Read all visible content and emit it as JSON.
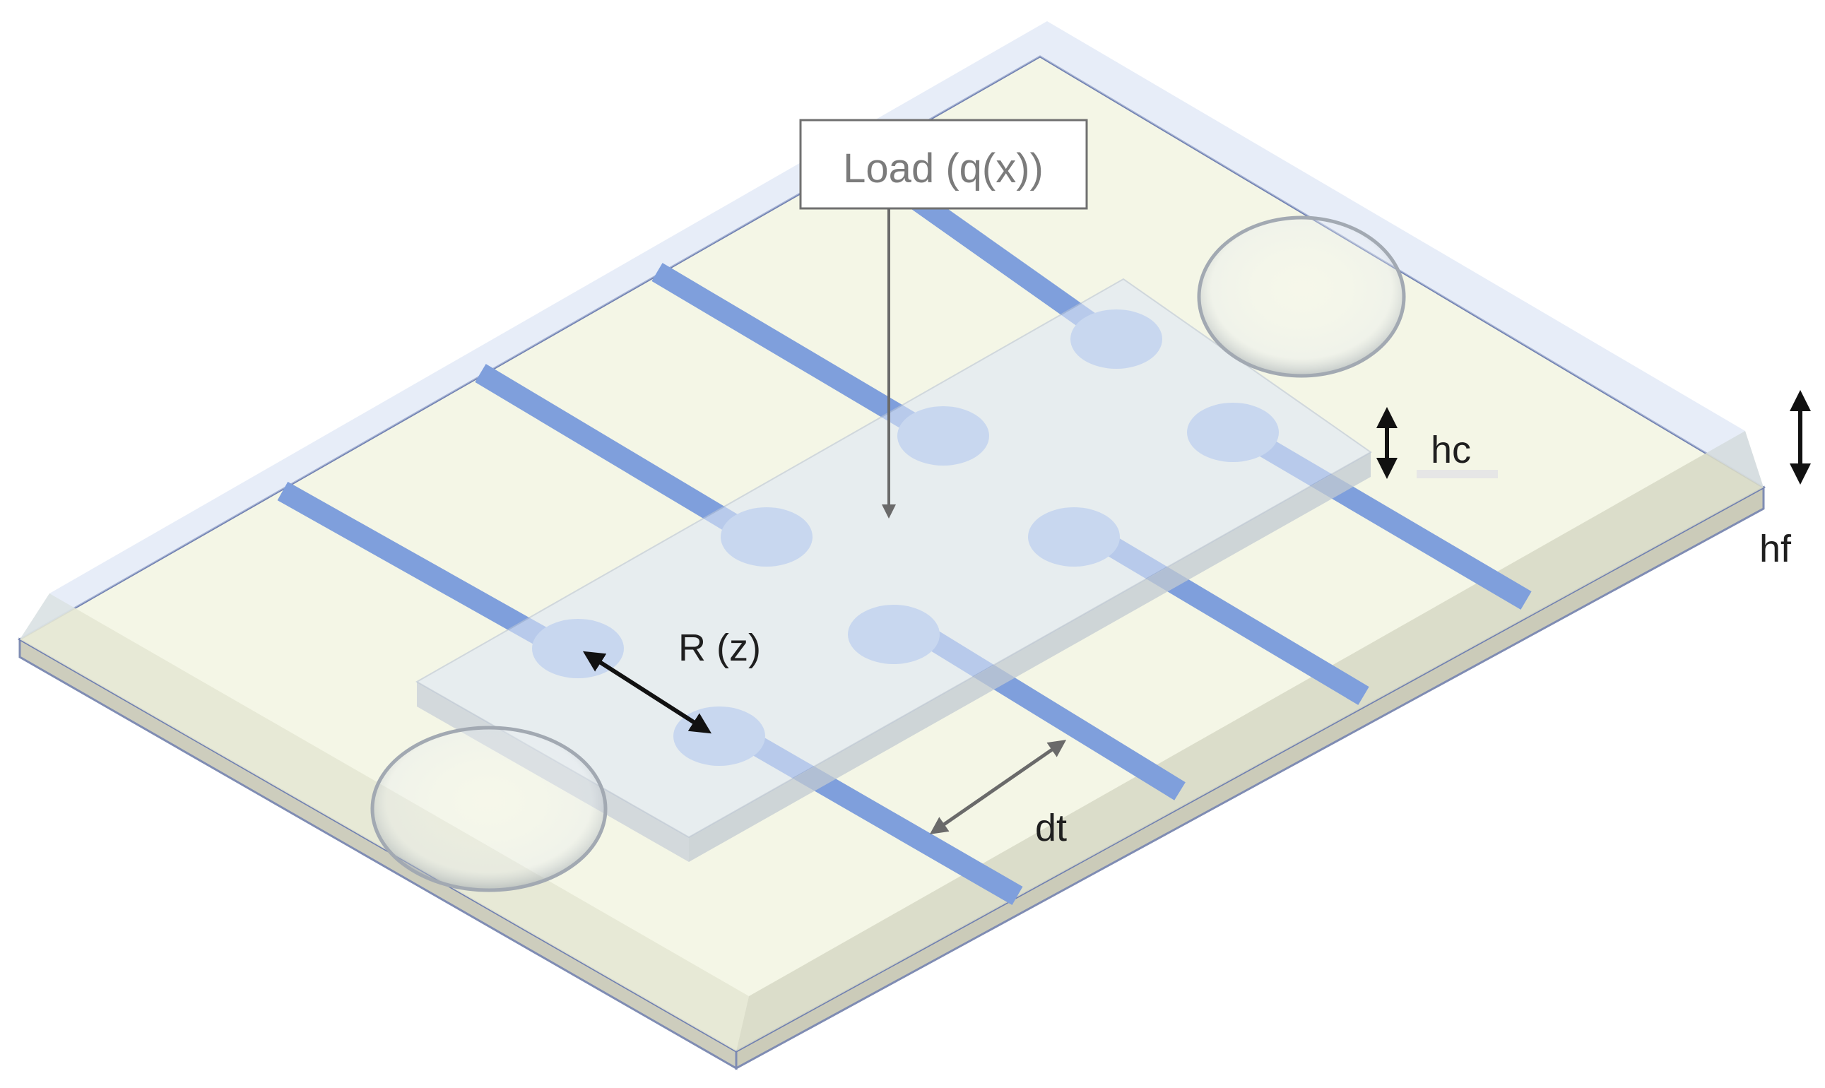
{
  "labels": {
    "load": "Load (q(x))",
    "r_z": "R (z)",
    "dt": "dt",
    "hc": "hc",
    "hf": "hf"
  },
  "colors": {
    "plate_top": "#f4f6e6",
    "plate_side": "#dcdccb",
    "coating": "#dfe8f5",
    "coating_edge": "#a9b9d8",
    "strip": "#7f9fdc",
    "pad": "#a7bfe8",
    "arrow": "#111111",
    "grey_arrow": "#6a6a6a",
    "load_box_border": "#707070",
    "load_text": "#7b7b7b"
  }
}
